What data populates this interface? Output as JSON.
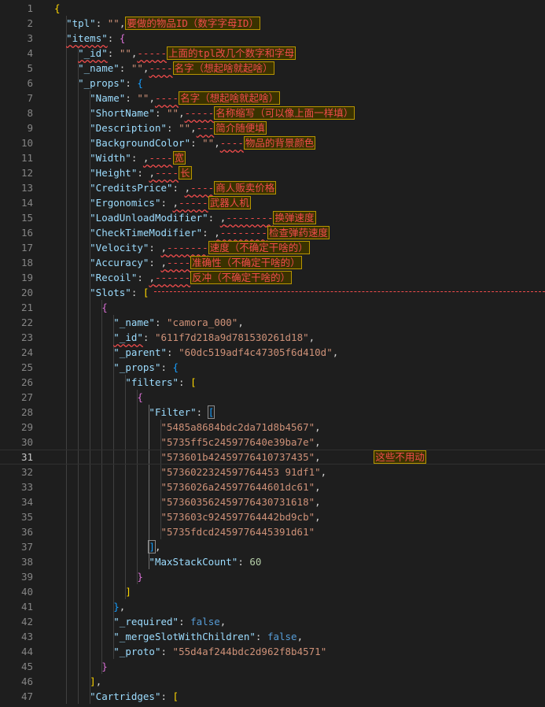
{
  "editor": {
    "lines": [
      {
        "n": "1",
        "tokens": [
          {
            "t": "{",
            "c": "b1"
          }
        ]
      },
      {
        "n": "2",
        "tokens": [
          {
            "t": "  "
          },
          {
            "t": "\"tpl\"",
            "c": "k"
          },
          {
            "t": ": "
          },
          {
            "t": "\"\"",
            "c": "s"
          },
          {
            "t": ",",
            "c": "p"
          },
          {
            "t": "要做的物品ID（数字字母ID）",
            "c": "ann"
          }
        ]
      },
      {
        "n": "3",
        "tokens": [
          {
            "t": "  "
          },
          {
            "t": "\"items\"",
            "c": "k sq"
          },
          {
            "t": ": "
          },
          {
            "t": "{",
            "c": "b2"
          }
        ]
      },
      {
        "n": "4",
        "tokens": [
          {
            "t": "    "
          },
          {
            "t": "\"_id\"",
            "c": "k sq"
          },
          {
            "t": ": "
          },
          {
            "t": "\"\"",
            "c": "s"
          },
          {
            "t": ",",
            "c": "p"
          },
          {
            "t": "-----",
            "c": "dash sq"
          },
          {
            "t": "上面的tpl改几个数字和字母",
            "c": "ann"
          }
        ]
      },
      {
        "n": "5",
        "tokens": [
          {
            "t": "    "
          },
          {
            "t": "\"_name\"",
            "c": "k"
          },
          {
            "t": ": "
          },
          {
            "t": "\"\"",
            "c": "s"
          },
          {
            "t": ",",
            "c": "p"
          },
          {
            "t": "----",
            "c": "dash sq"
          },
          {
            "t": "名字（想起啥就起啥）",
            "c": "ann"
          }
        ]
      },
      {
        "n": "6",
        "tokens": [
          {
            "t": "    "
          },
          {
            "t": "\"_props\"",
            "c": "k"
          },
          {
            "t": ": "
          },
          {
            "t": "{",
            "c": "b3"
          }
        ]
      },
      {
        "n": "7",
        "tokens": [
          {
            "t": "      "
          },
          {
            "t": "\"Name\"",
            "c": "k"
          },
          {
            "t": ": "
          },
          {
            "t": "\"\"",
            "c": "s"
          },
          {
            "t": ",",
            "c": "p"
          },
          {
            "t": "----",
            "c": "dash sq"
          },
          {
            "t": "名字（想起啥就起啥）",
            "c": "ann"
          }
        ]
      },
      {
        "n": "8",
        "tokens": [
          {
            "t": "      "
          },
          {
            "t": "\"ShortName\"",
            "c": "k"
          },
          {
            "t": ": "
          },
          {
            "t": "\"\"",
            "c": "s"
          },
          {
            "t": ",",
            "c": "p"
          },
          {
            "t": "-----",
            "c": "dash sq"
          },
          {
            "t": "名称缩写（可以像上面一样填）",
            "c": "ann"
          }
        ]
      },
      {
        "n": "9",
        "tokens": [
          {
            "t": "      "
          },
          {
            "t": "\"Description\"",
            "c": "k"
          },
          {
            "t": ": "
          },
          {
            "t": "\"\"",
            "c": "s"
          },
          {
            "t": ",",
            "c": "p"
          },
          {
            "t": "---",
            "c": "dash sq"
          },
          {
            "t": "简介随便填",
            "c": "ann"
          }
        ]
      },
      {
        "n": "10",
        "tokens": [
          {
            "t": "      "
          },
          {
            "t": "\"BackgroundColor\"",
            "c": "k"
          },
          {
            "t": ": "
          },
          {
            "t": "\"\"",
            "c": "s"
          },
          {
            "t": ",",
            "c": "p"
          },
          {
            "t": "----",
            "c": "dash sq"
          },
          {
            "t": "物品的背景颜色",
            "c": "ann"
          }
        ]
      },
      {
        "n": "11",
        "tokens": [
          {
            "t": "      "
          },
          {
            "t": "\"Width\"",
            "c": "k"
          },
          {
            "t": ": "
          },
          {
            "t": ",",
            "c": "p sq"
          },
          {
            "t": "----",
            "c": "dash sq"
          },
          {
            "t": "宽",
            "c": "ann"
          }
        ]
      },
      {
        "n": "12",
        "tokens": [
          {
            "t": "      "
          },
          {
            "t": "\"Height\"",
            "c": "k"
          },
          {
            "t": ": "
          },
          {
            "t": ",",
            "c": "p sq"
          },
          {
            "t": "----",
            "c": "dash sq"
          },
          {
            "t": "长",
            "c": "ann"
          }
        ]
      },
      {
        "n": "13",
        "tokens": [
          {
            "t": "      "
          },
          {
            "t": "\"CreditsPrice\"",
            "c": "k"
          },
          {
            "t": ": "
          },
          {
            "t": ",",
            "c": "p sq"
          },
          {
            "t": "----",
            "c": "dash sq"
          },
          {
            "t": "商人贩卖价格",
            "c": "ann"
          }
        ]
      },
      {
        "n": "14",
        "tokens": [
          {
            "t": "      "
          },
          {
            "t": "\"Ergonomics\"",
            "c": "k"
          },
          {
            "t": ": "
          },
          {
            "t": ",",
            "c": "p sq"
          },
          {
            "t": "-----",
            "c": "dash sq"
          },
          {
            "t": "武器人机",
            "c": "ann"
          }
        ]
      },
      {
        "n": "15",
        "tokens": [
          {
            "t": "      "
          },
          {
            "t": "\"LoadUnloadModifier\"",
            "c": "k"
          },
          {
            "t": ": "
          },
          {
            "t": ",",
            "c": "p sq"
          },
          {
            "t": "--------",
            "c": "dash sq"
          },
          {
            "t": "换弹速度",
            "c": "ann"
          }
        ]
      },
      {
        "n": "16",
        "tokens": [
          {
            "t": "      "
          },
          {
            "t": "\"CheckTimeModifier\"",
            "c": "k"
          },
          {
            "t": ": "
          },
          {
            "t": ",",
            "c": "p sq"
          },
          {
            "t": "--------",
            "c": "dash sq"
          },
          {
            "t": "检查弹药速度",
            "c": "ann"
          }
        ]
      },
      {
        "n": "17",
        "tokens": [
          {
            "t": "      "
          },
          {
            "t": "\"Velocity\"",
            "c": "k"
          },
          {
            "t": ": "
          },
          {
            "t": ",",
            "c": "p sq"
          },
          {
            "t": "-------",
            "c": "dash sq"
          },
          {
            "t": "速度（不确定干啥的）",
            "c": "ann"
          }
        ]
      },
      {
        "n": "18",
        "tokens": [
          {
            "t": "      "
          },
          {
            "t": "\"Accuracy\"",
            "c": "k"
          },
          {
            "t": ": "
          },
          {
            "t": ",",
            "c": "p sq"
          },
          {
            "t": "----",
            "c": "dash sq"
          },
          {
            "t": "准确性（不确定干啥的）",
            "c": "ann"
          }
        ]
      },
      {
        "n": "19",
        "tokens": [
          {
            "t": "      "
          },
          {
            "t": "\"Recoil\"",
            "c": "k"
          },
          {
            "t": ": "
          },
          {
            "t": ",",
            "c": "p sq"
          },
          {
            "t": "------",
            "c": "dash sq"
          },
          {
            "t": "反冲（不确定干啥的）",
            "c": "ann"
          }
        ]
      },
      {
        "n": "20",
        "tokens": [
          {
            "t": "      "
          },
          {
            "t": "\"Slots\"",
            "c": "k"
          },
          {
            "t": ": "
          },
          {
            "t": "[",
            "c": "b1"
          }
        ]
      },
      {
        "n": "21",
        "tokens": [
          {
            "t": "        "
          },
          {
            "t": "{",
            "c": "b2"
          }
        ]
      },
      {
        "n": "22",
        "tokens": [
          {
            "t": "          "
          },
          {
            "t": "\"_name\"",
            "c": "k"
          },
          {
            "t": ": "
          },
          {
            "t": "\"camora_000\"",
            "c": "s"
          },
          {
            "t": ","
          }
        ]
      },
      {
        "n": "23",
        "tokens": [
          {
            "t": "          "
          },
          {
            "t": "\"_id\"",
            "c": "k sq"
          },
          {
            "t": ": "
          },
          {
            "t": "\"611f7d218a9d781530261d18\"",
            "c": "s"
          },
          {
            "t": ","
          }
        ]
      },
      {
        "n": "24",
        "tokens": [
          {
            "t": "          "
          },
          {
            "t": "\"_parent\"",
            "c": "k"
          },
          {
            "t": ": "
          },
          {
            "t": "\"60dc519adf4c47305f6d410d\"",
            "c": "s"
          },
          {
            "t": ","
          }
        ]
      },
      {
        "n": "25",
        "tokens": [
          {
            "t": "          "
          },
          {
            "t": "\"_props\"",
            "c": "k"
          },
          {
            "t": ": "
          },
          {
            "t": "{",
            "c": "b3"
          }
        ]
      },
      {
        "n": "26",
        "tokens": [
          {
            "t": "            "
          },
          {
            "t": "\"filters\"",
            "c": "k"
          },
          {
            "t": ": "
          },
          {
            "t": "[",
            "c": "b1"
          }
        ]
      },
      {
        "n": "27",
        "tokens": [
          {
            "t": "              "
          },
          {
            "t": "{",
            "c": "b2"
          }
        ]
      },
      {
        "n": "28",
        "tokens": [
          {
            "t": "                "
          },
          {
            "t": "\"Filter\"",
            "c": "k"
          },
          {
            "t": ": "
          },
          {
            "t": "[",
            "c": "b3 bm"
          }
        ]
      },
      {
        "n": "29",
        "tokens": [
          {
            "t": "                  "
          },
          {
            "t": "\"5485a8684bdc2da71d8b4567\"",
            "c": "s"
          },
          {
            "t": ","
          }
        ]
      },
      {
        "n": "30",
        "tokens": [
          {
            "t": "                  "
          },
          {
            "t": "\"5735ff5c245977640e39ba7e\"",
            "c": "s"
          },
          {
            "t": ","
          }
        ]
      },
      {
        "n": "31",
        "tokens": [
          {
            "t": "                  "
          },
          {
            "t": "\"573601b42459776410737435\"",
            "c": "s"
          },
          {
            "t": ",         "
          },
          {
            "t": "这些不用动",
            "c": "ann"
          }
        ]
      },
      {
        "n": "32",
        "tokens": [
          {
            "t": "                  "
          },
          {
            "t": "\"5736022324597764453 91df1\"",
            "c": "s"
          },
          {
            "t": ","
          }
        ]
      },
      {
        "n": "33",
        "tokens": [
          {
            "t": "                  "
          },
          {
            "t": "\"5736026a245977644601dc61\"",
            "c": "s"
          },
          {
            "t": ","
          }
        ]
      },
      {
        "n": "34",
        "tokens": [
          {
            "t": "                  "
          },
          {
            "t": "\"573603562459776430731618\"",
            "c": "s"
          },
          {
            "t": ","
          }
        ]
      },
      {
        "n": "35",
        "tokens": [
          {
            "t": "                  "
          },
          {
            "t": "\"573603c924597764442bd9cb\"",
            "c": "s"
          },
          {
            "t": ","
          }
        ]
      },
      {
        "n": "36",
        "tokens": [
          {
            "t": "                  "
          },
          {
            "t": "\"5735fdcd2459776445391d61\"",
            "c": "s"
          }
        ]
      },
      {
        "n": "37",
        "tokens": [
          {
            "t": "                "
          },
          {
            "t": "]",
            "c": "b3 bm"
          },
          {
            "t": ","
          }
        ]
      },
      {
        "n": "38",
        "tokens": [
          {
            "t": "                "
          },
          {
            "t": "\"MaxStackCount\"",
            "c": "k"
          },
          {
            "t": ": "
          },
          {
            "t": "60",
            "c": "n"
          }
        ]
      },
      {
        "n": "39",
        "tokens": [
          {
            "t": "              "
          },
          {
            "t": "}",
            "c": "b2"
          }
        ]
      },
      {
        "n": "40",
        "tokens": [
          {
            "t": "            "
          },
          {
            "t": "]",
            "c": "b1"
          }
        ]
      },
      {
        "n": "41",
        "tokens": [
          {
            "t": "          "
          },
          {
            "t": "}",
            "c": "b3"
          },
          {
            "t": ","
          }
        ]
      },
      {
        "n": "42",
        "tokens": [
          {
            "t": "          "
          },
          {
            "t": "\"_required\"",
            "c": "k"
          },
          {
            "t": ": "
          },
          {
            "t": "false",
            "c": "b"
          },
          {
            "t": ","
          }
        ]
      },
      {
        "n": "43",
        "tokens": [
          {
            "t": "          "
          },
          {
            "t": "\"_mergeSlotWithChildren\"",
            "c": "k"
          },
          {
            "t": ": "
          },
          {
            "t": "false",
            "c": "b"
          },
          {
            "t": ","
          }
        ]
      },
      {
        "n": "44",
        "tokens": [
          {
            "t": "          "
          },
          {
            "t": "\"_proto\"",
            "c": "k"
          },
          {
            "t": ": "
          },
          {
            "t": "\"55d4af244bdc2d962f8b4571\"",
            "c": "s"
          }
        ]
      },
      {
        "n": "45",
        "tokens": [
          {
            "t": "        "
          },
          {
            "t": "}",
            "c": "b2"
          }
        ]
      },
      {
        "n": "46",
        "tokens": [
          {
            "t": "      "
          },
          {
            "t": "]",
            "c": "b1"
          },
          {
            "t": ","
          }
        ]
      },
      {
        "n": "47",
        "tokens": [
          {
            "t": "      "
          },
          {
            "t": "\"Cartridges\"",
            "c": "k"
          },
          {
            "t": ": "
          },
          {
            "t": "[",
            "c": "b1"
          }
        ]
      }
    ]
  }
}
